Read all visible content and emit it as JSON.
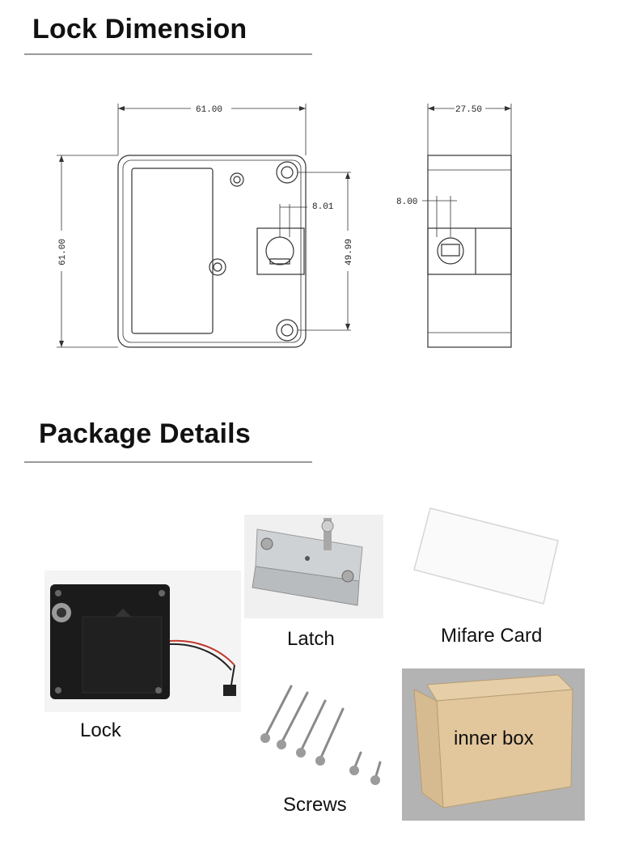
{
  "sections": {
    "dimension_title": "Lock Dimension",
    "package_title": "Package Details"
  },
  "dimensions": {
    "front_width": "61.00",
    "front_height": "61.00",
    "hole_spacing": "49.99",
    "cylinder_offset": "8.01",
    "side_depth": "27.50",
    "side_offset": "8.00"
  },
  "package": {
    "lock": "Lock",
    "latch": "Latch",
    "card": "Mifare Card",
    "screws": "Screws",
    "box": "inner box"
  }
}
